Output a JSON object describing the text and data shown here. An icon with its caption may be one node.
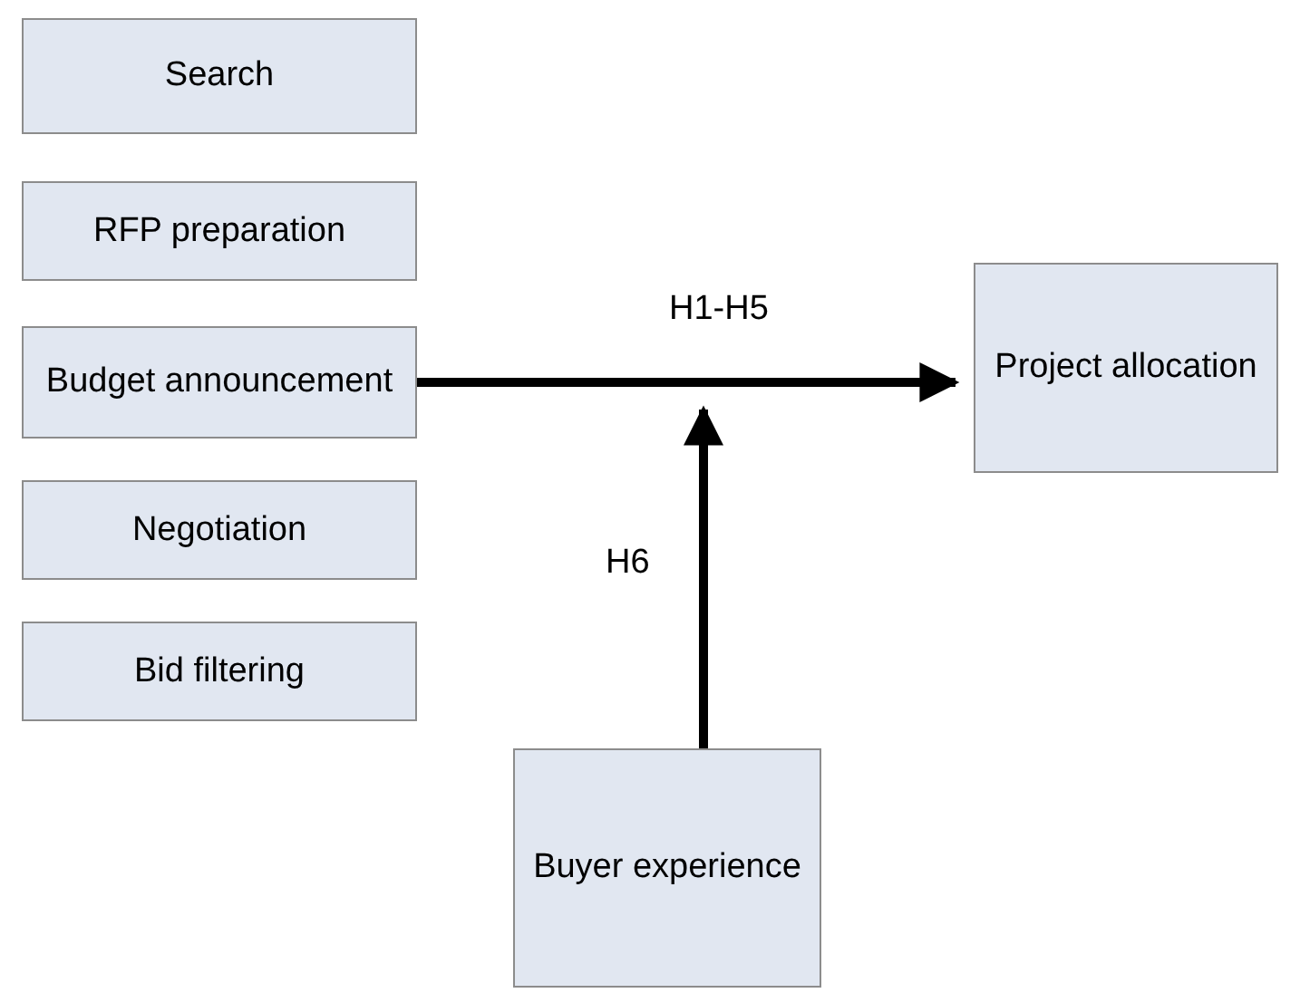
{
  "diagram": {
    "nodes": [
      {
        "text": [
          "Search"
        ]
      },
      {
        "text": [
          "RFP preparation"
        ]
      },
      {
        "text": [
          "Budget announcement"
        ]
      },
      {
        "text": [
          "Negotiation"
        ]
      },
      {
        "text": [
          "Bid filtering"
        ]
      },
      {
        "text": [
          "Project allocation"
        ]
      },
      {
        "text": [
          "Buyer experience"
        ]
      }
    ],
    "edges": [
      {
        "from": 2,
        "to": 5,
        "arrow": "to",
        "label": "H1-H5"
      },
      {
        "from": 6,
        "to": null,
        "arrow": "to",
        "label": "H6"
      }
    ]
  }
}
